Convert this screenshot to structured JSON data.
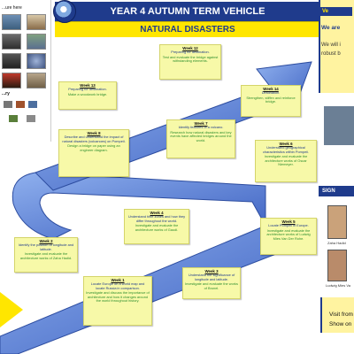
{
  "header": {
    "title": "YEAR 4 AUTUMN TERM VEHICLE",
    "subtitle": "NATURAL DISASTERS"
  },
  "left_panel": {
    "title": "...ure here",
    "label": "...ry"
  },
  "right_panel": {
    "yellow_title": "Ve",
    "line1": "We are",
    "line2": "We will i",
    "line3": "robust b",
    "signatures_title": "SIGN",
    "person1": "Zaha Hadid",
    "person2": "Ludwig Mies Va",
    "visit_line1": "Visit from",
    "visit_line2": "Show on"
  },
  "weeks": [
    {
      "week": "Week 12",
      "t1": "Preparing for destination.",
      "t2": "Test and evaluate the bridge against withstanding elements."
    },
    {
      "week": "Week 13",
      "t1": "Preparing for destination.",
      "t2": "Make a woodwork bridge."
    },
    {
      "week": "Week 14",
      "t1": "Destination.",
      "t2": "Strengthen, stiffen and reinforce bridge."
    },
    {
      "week": "Week 7",
      "t1": "Identify features of a volcano.",
      "t2": "Research how natural disasters and key events have affected bridges around the world."
    },
    {
      "week": "Week 8",
      "t1": "Describe and understand the impact of natural disasters (volcanoes) on Pompeii.",
      "t2": "Design a bridge on paper using an engineer diagram."
    },
    {
      "week": "Week 6",
      "t1": "Understand geographical characteristics within Pompeii.",
      "t2": "Investigate and evaluate the architecture works of Oscar Niemeyer."
    },
    {
      "week": "Week 4",
      "t1": "Understand time zones and how they differ throughout the world.",
      "t2": "Investigate and evaluate the architecture works of Gaudi."
    },
    {
      "week": "Week 5",
      "t1": "Locate Pompeii in Europe.",
      "t2": "Investigate and evaluate the architecture works of Ludwig Mies Van Der Rohe."
    },
    {
      "week": "Week 2",
      "t1": "Identify the position of longitude and latitude.",
      "t2": "Investigate and evaluate the architecture works of Zaha Hadid."
    },
    {
      "week": "Week 3",
      "t1": "Understand the significance of longitude and latitude.",
      "t2": "Investigate and evaluate the works of Brunel."
    },
    {
      "week": "Week 1",
      "t1": "Locate Europe on a world map and locate Russia in comparison.",
      "t2": "Investigate and discuss the importance of architecture and how it changes around the world throughout history."
    }
  ],
  "colors": {
    "navy": "#1f3b8c",
    "yellow": "#ffe600",
    "note": "#f7f9a8",
    "arrow": "#5b7fd4"
  }
}
